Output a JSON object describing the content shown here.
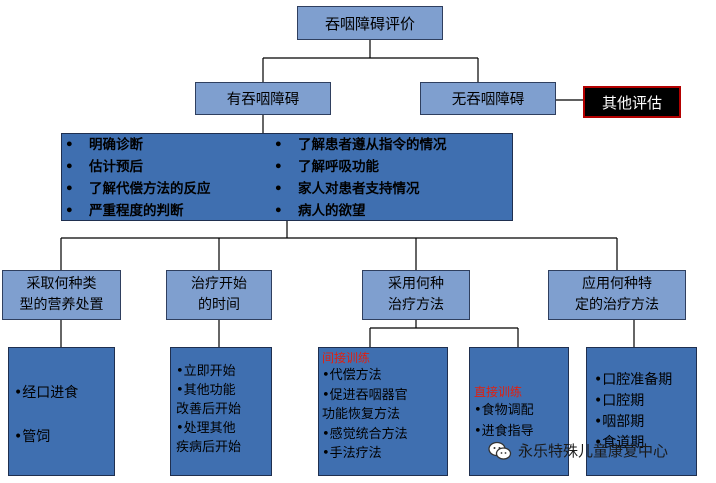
{
  "root": "吞咽障碍评价",
  "yes": "有吞咽障碍",
  "no": "无吞咽障碍",
  "other": "其他评估",
  "assess_left": [
    "明确诊断",
    "估计预后",
    "了解代偿方法的反应",
    "严重程度的判断"
  ],
  "assess_right": [
    "了解患者遵从指令的情况",
    "了解呼吸功能",
    "家人对患者支持情况",
    "病人的欲望"
  ],
  "cat1": [
    "采取何种类",
    "型的营养处置"
  ],
  "cat2": [
    "治疗开始",
    "的时间"
  ],
  "cat3": [
    "采用何种",
    "治疗方法"
  ],
  "cat4": [
    "应用何种特",
    "定的治疗方法"
  ],
  "leaf1": [
    "•经口进食",
    "•管饲"
  ],
  "leaf2": [
    "•立即开始",
    "•其他功能",
    "改善后开始",
    "•处理其他",
    "疾病后开始"
  ],
  "leaf3_heading": "间接训练",
  "leaf3": [
    "•代偿方法",
    "•促进吞咽器官",
    "功能恢复方法",
    "•感觉统合方法",
    "•手法疗法"
  ],
  "leaf4_heading": "直接训练",
  "leaf4": [
    "•食物调配",
    "•进食指导"
  ],
  "leaf5": [
    "•口腔准备期",
    "•口腔期",
    "•咽部期",
    "•食道期"
  ],
  "watermark": "永乐特殊儿童康复中心",
  "colors": {
    "light_box": "#7f9fcf",
    "dark_box": "#3f6fb0",
    "heading_red": "#e02010",
    "outline_red": "#b30000"
  }
}
